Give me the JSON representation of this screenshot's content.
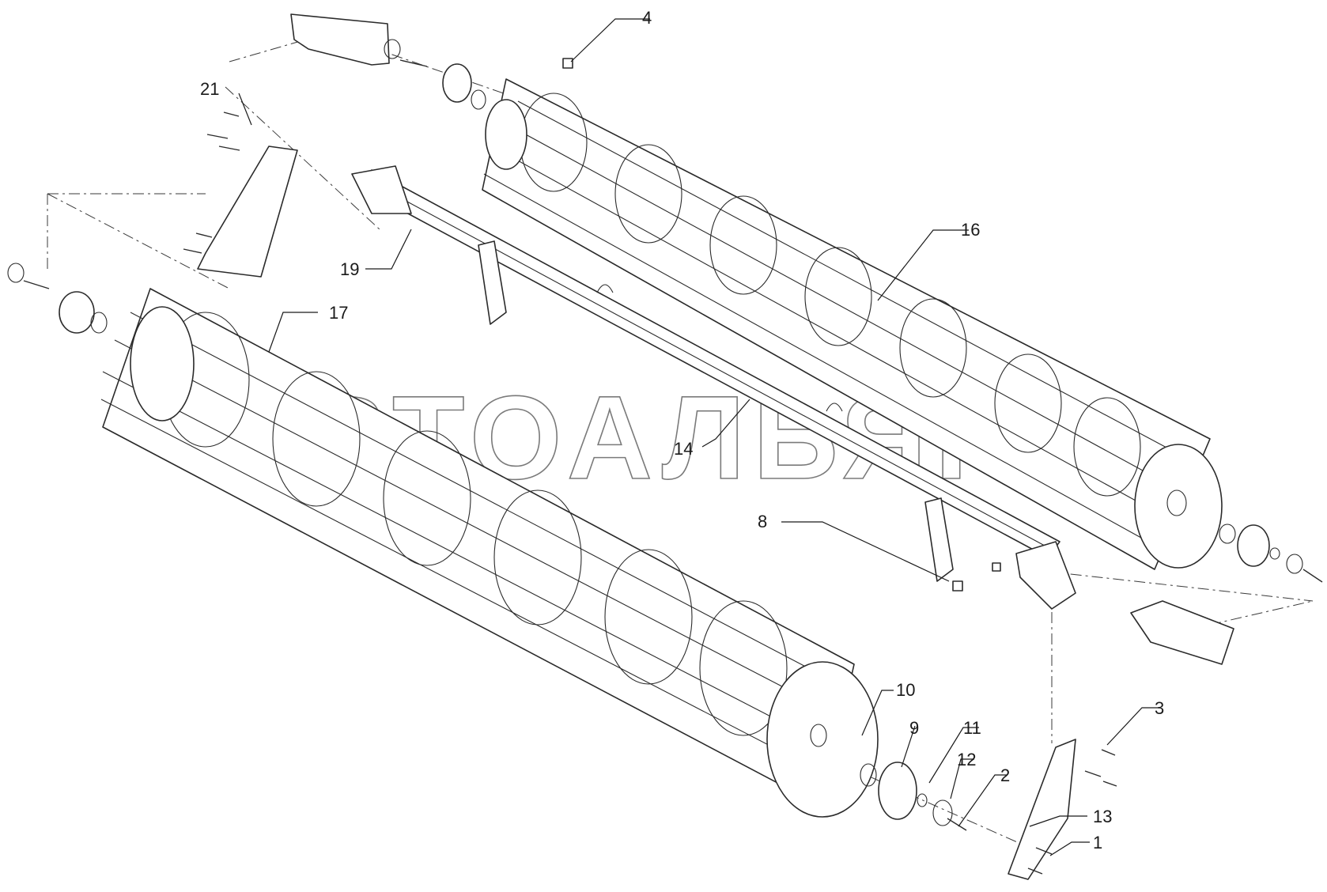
{
  "watermark": "АВТОАЛЬЯНС",
  "callouts": [
    {
      "id": "c4",
      "label": "4"
    },
    {
      "id": "c21",
      "label": "21"
    },
    {
      "id": "c16",
      "label": "16"
    },
    {
      "id": "c19",
      "label": "19"
    },
    {
      "id": "c17",
      "label": "17"
    },
    {
      "id": "c14",
      "label": "14"
    },
    {
      "id": "c8",
      "label": "8"
    },
    {
      "id": "c10",
      "label": "10"
    },
    {
      "id": "c9",
      "label": "9"
    },
    {
      "id": "c11",
      "label": "11"
    },
    {
      "id": "c12",
      "label": "12"
    },
    {
      "id": "c3",
      "label": "3"
    },
    {
      "id": "c2",
      "label": "2"
    },
    {
      "id": "c13",
      "label": "13"
    },
    {
      "id": "c1",
      "label": "1"
    }
  ]
}
